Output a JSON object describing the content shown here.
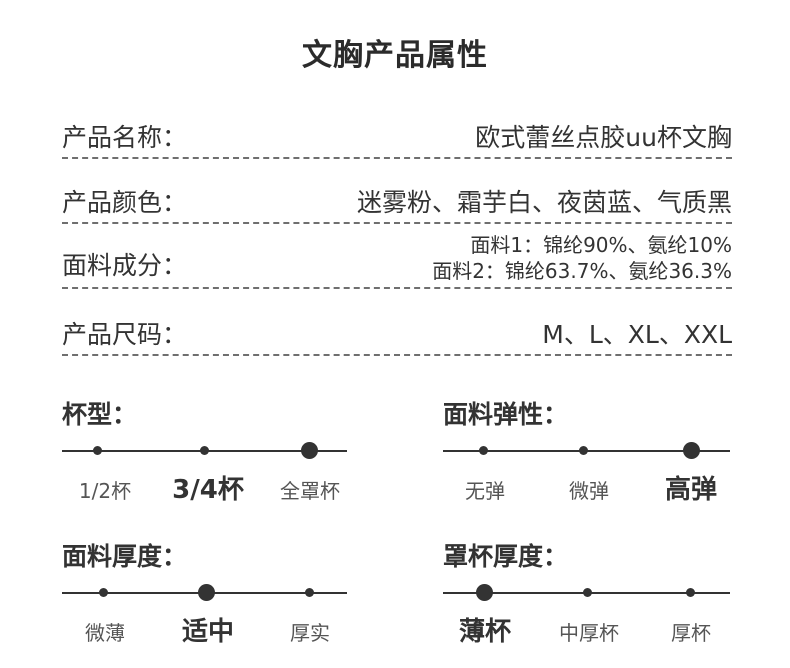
{
  "title": "文胸产品属性",
  "attributes": [
    {
      "label": "产品名称：",
      "value": "欧式蕾丝点胶uu杯文胸"
    },
    {
      "label": "产品颜色：",
      "value": "迷雾粉、霜芋白、夜茵蓝、气质黑"
    },
    {
      "label": "面料成分：",
      "value_line1": "面料1：锦纶90%、氨纶10%",
      "value_line2": "面料2：锦纶63.7%、氨纶36.3%"
    },
    {
      "label": "产品尺码：",
      "value": "M、L、XL、XXL"
    }
  ],
  "scales": {
    "cup_type": {
      "title": "杯型：",
      "options": [
        "1/2杯",
        "3/4杯",
        "全罩杯"
      ],
      "selected": "3/4杯"
    },
    "elasticity": {
      "title": "面料弹性：",
      "options": [
        "无弹",
        "微弹",
        "高弹"
      ],
      "selected": "高弹"
    },
    "fabric_thickness": {
      "title": "面料厚度：",
      "options": [
        "微薄",
        "适中",
        "厚实"
      ],
      "selected": "适中"
    },
    "cup_thickness": {
      "title": "罩杯厚度：",
      "options": [
        "薄杯",
        "中厚杯",
        "厚杯"
      ],
      "selected": "薄杯"
    }
  }
}
